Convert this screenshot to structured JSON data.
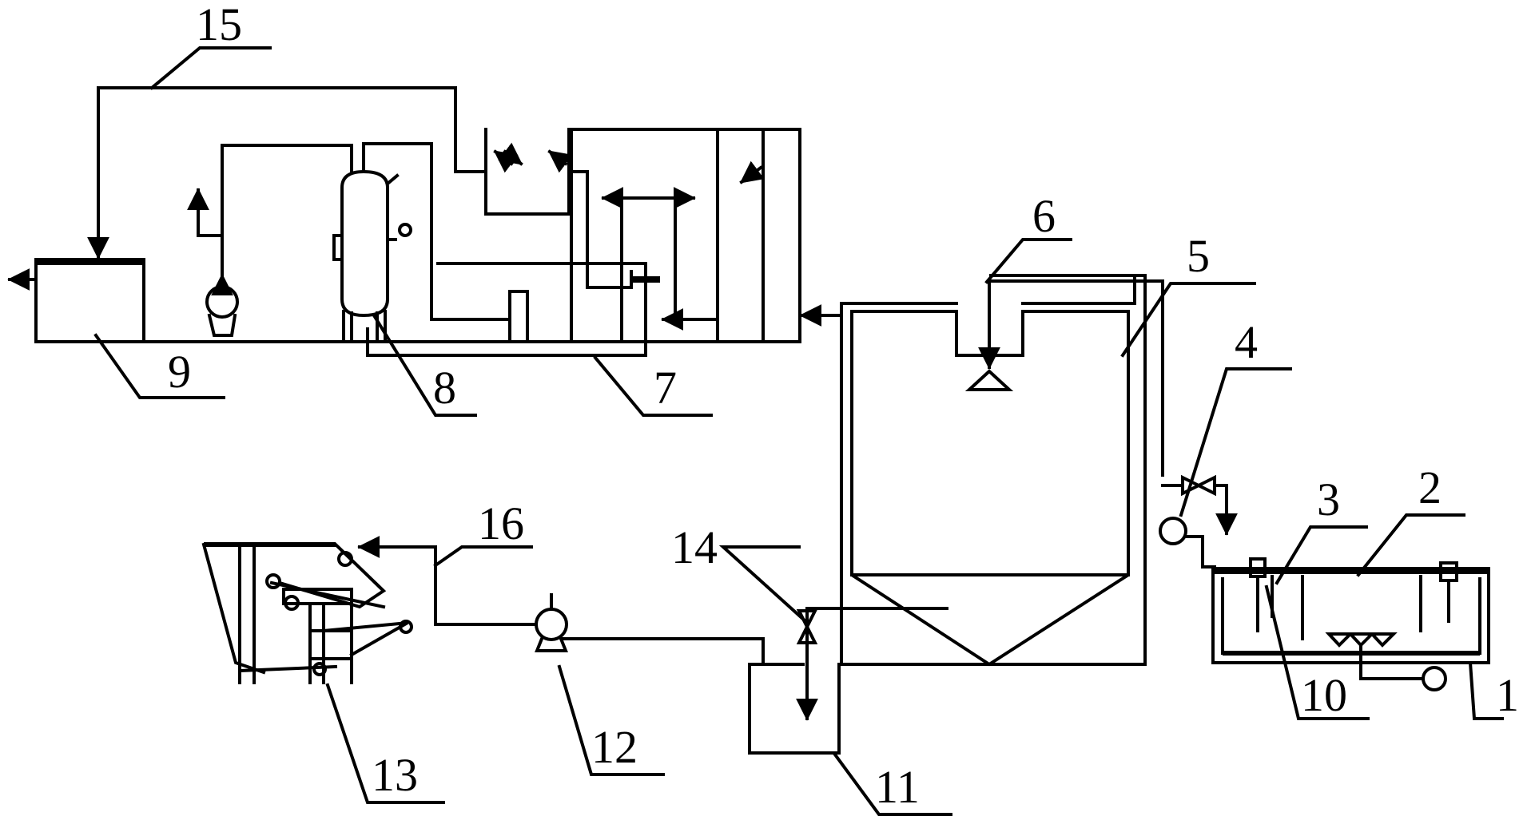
{
  "labels": {
    "n1": "1",
    "n2": "2",
    "n3": "3",
    "n4": "4",
    "n5": "5",
    "n6": "6",
    "n7": "7",
    "n8": "8",
    "n9": "9",
    "n10": "10",
    "n11": "11",
    "n12": "12",
    "n13": "13",
    "n14": "14",
    "n15": "15",
    "n16": "16"
  },
  "colors": {
    "line": "#000000",
    "background": "#ffffff"
  }
}
